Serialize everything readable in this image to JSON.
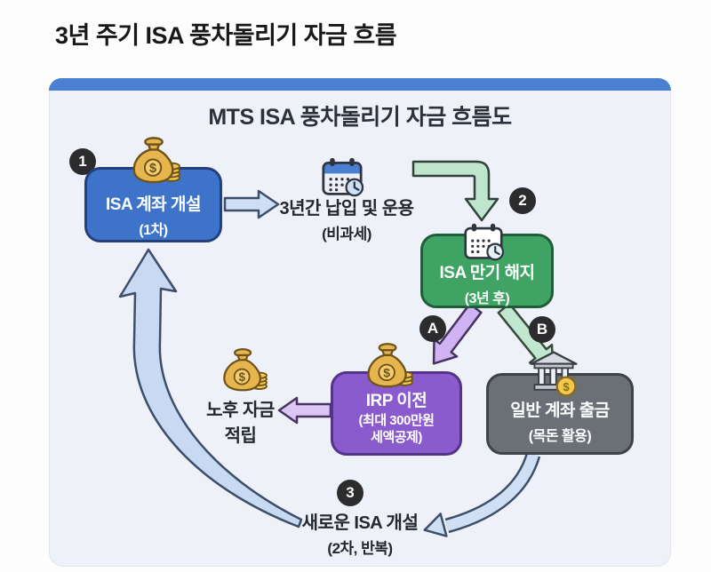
{
  "page": {
    "title": "3년 주기 ISA 풍차돌리기 자금 흐름"
  },
  "diagram": {
    "title": "MTS ISA 풍차돌리기 자금 흐름도",
    "badges": {
      "one": "1",
      "two": "2",
      "three": "3",
      "a": "A",
      "b": "B"
    },
    "box_isa_open": {
      "title": "ISA 계좌 개설",
      "subtitle": "(1차)"
    },
    "step_deposit": {
      "title": "3년간 납입 및 운용",
      "subtitle": "(비과세)"
    },
    "box_maturity": {
      "title": "ISA 만기 해지",
      "subtitle": "(3년 후)"
    },
    "box_irp": {
      "title": "IRP 이전",
      "subtitle_line1": "(최대 300만원",
      "subtitle_line2": "세액공제)"
    },
    "box_withdraw": {
      "title": "일반 계좌 출금",
      "subtitle": "(목돈 활용)"
    },
    "label_retirement": {
      "line1": "노후 자금",
      "line2": "적립"
    },
    "label_new_isa": {
      "title": "새로운 ISA 개설",
      "subtitle": "(2차, 반복)"
    },
    "icons": {
      "money_bag": "money-bag-icon",
      "calendar": "calendar-clock-icon",
      "bank": "bank-coin-icon"
    },
    "colors": {
      "panel_header": "#4a80cf",
      "panel_bg": "#eef1f8",
      "box_isa_open": "#3d73c9",
      "box_maturity": "#3fa364",
      "box_irp": "#8a5bcd",
      "box_withdraw": "#6b7077",
      "badge": "#2c2c2e",
      "arrow_blue": "#cfdef4",
      "arrow_green": "#bfe6cd",
      "arrow_purple": "#d0b3f2",
      "arrow_cycle": "#c8daf2"
    }
  }
}
